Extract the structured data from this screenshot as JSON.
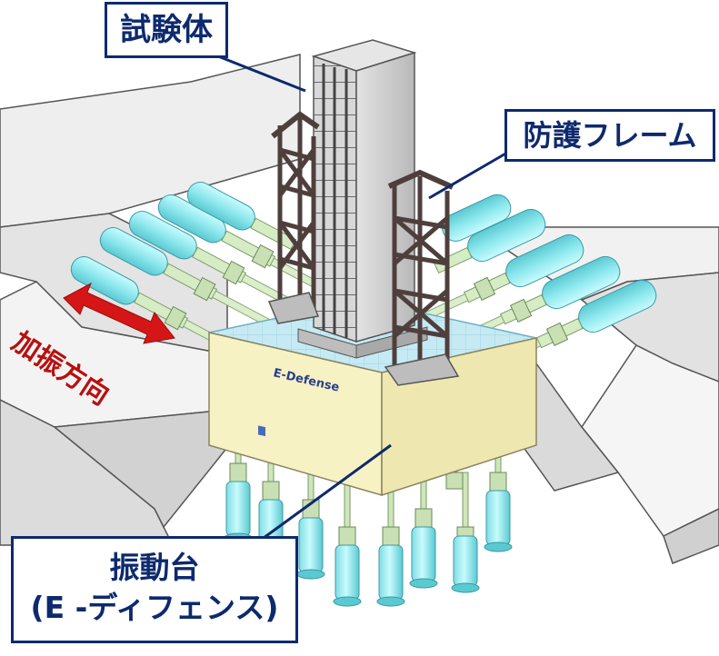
{
  "labels": {
    "specimen": "試験体",
    "protective_frame": "防護フレーム",
    "shake_table_line1": "振動台",
    "shake_table_line2": "(E -ディフェンス)",
    "excitation_direction": "加振方向",
    "platform_logo": "E-Defense"
  },
  "colors": {
    "callout_border": "#0d2a6e",
    "callout_text": "#0d2a6e",
    "arrow": "#d41616",
    "direction_text": "#b80f0f",
    "actuator": "#8ee8ee",
    "table_side": "#f7f2c4",
    "table_top": "#bfe6f0",
    "frame": "#6e5c5a",
    "specimen": "#d4d4d4"
  }
}
